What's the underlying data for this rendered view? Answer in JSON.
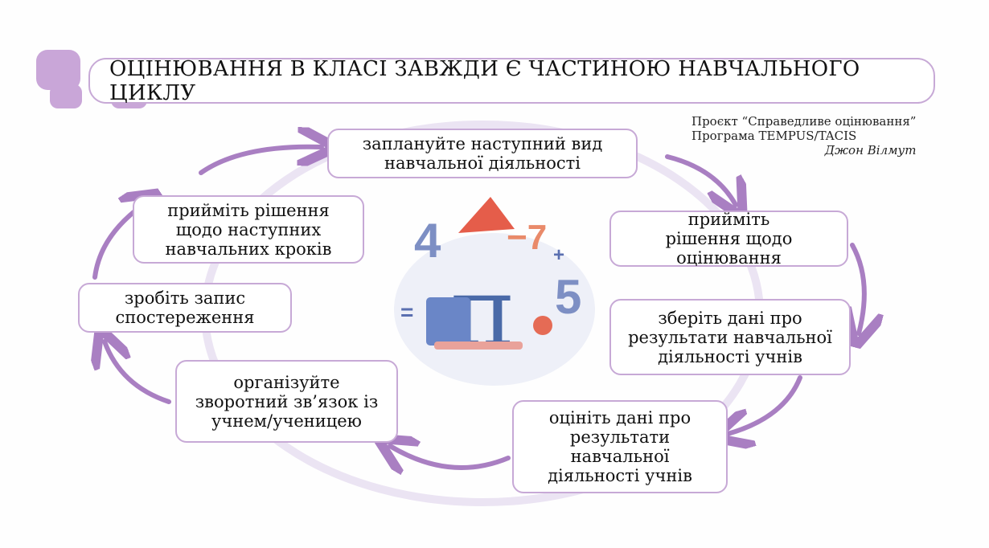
{
  "title": "ОЦІНЮВАННЯ В КЛАСІ ЗАВЖДИ Є ЧАСТИНОЮ НАВЧАЛЬНОГО ЦИКЛУ",
  "credit": {
    "line1": "Проєкт “Справедливе оцінювання”",
    "line2": "Програма TEMPUS/TACIS",
    "author": "Джон Вілмут"
  },
  "steps": [
    "заплануйте наступний вид навчальної діяльності",
    "прийміть рішення щодо оцінювання",
    "зберіть дані про результати навчальної діяльності учнів",
    "оцініть дані про результати навчальної діяльності учнів",
    "організуйте зворотний зв’язок із учнем/ученицею",
    "зробіть запис спостереження",
    "прийміть рішення щодо наступних навчальних кроків"
  ],
  "illustration": {
    "n4": "4",
    "n7": "−7",
    "n5": "5",
    "plus": "+",
    "eq": "=",
    "pi": "π"
  },
  "colors": {
    "accent": "#a97fc2",
    "border": "#c7a9d6",
    "ring": "#e8e0f2"
  }
}
